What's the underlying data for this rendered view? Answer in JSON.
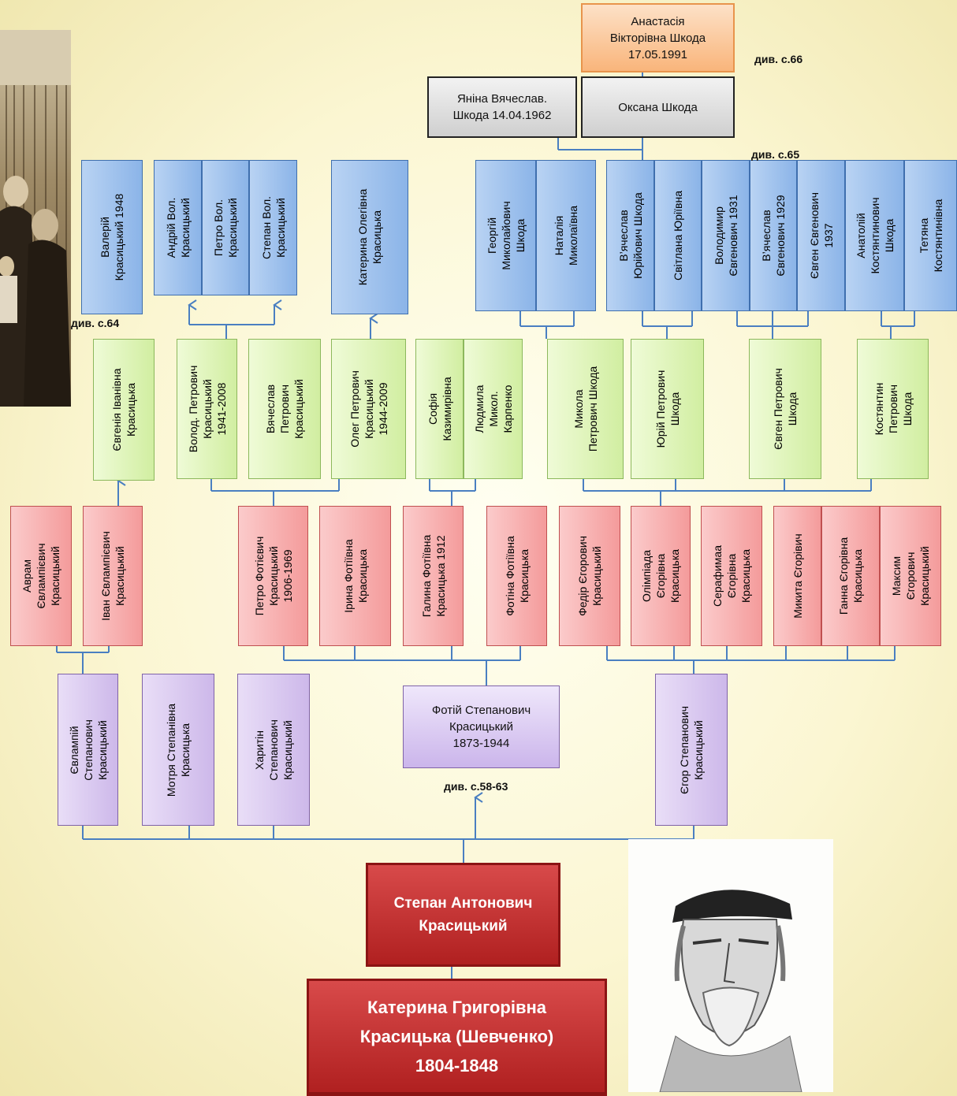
{
  "references": {
    "p66": "див. с.66",
    "p65": "див. с.65",
    "p64": "див. с.64",
    "p58": "див. с.58-63"
  },
  "photos": {
    "family_photo": "family-photo",
    "portrait": "sketch-portrait"
  },
  "gen6": {
    "anastasia": "Анастасія\nВікторівна Шкода\n17.05.1991",
    "yanina": "Яніна Вячеслав.\nШкода 14.04.1962",
    "oksana": "Оксана Шкода"
  },
  "gen5": {
    "valeriy": "Валерій\nКрасицький 1948",
    "andriy": "Андрій Вол.\nКрасицький",
    "petro_vol": "Петро Вол.\nКрасицький",
    "stepan_vol": "Степан Вол.\nКрасицький",
    "kateryna_ol": "Катерина Олегівна\nКрасицька",
    "georgiy": "Георгій\nМиколайович\nШкода",
    "natalia": "Наталія\nМиколаївна",
    "vyacheslav_yu": "В’ячеслав\nЮрійович Шкода",
    "svitlana": "Світлана Юріївна",
    "volodymyr_ev": "Володимир\nЄвгенович 1931",
    "vyacheslav_ev": "В’ячеслав\nЄвгенович 1929",
    "evgen_ev": "Євген Євгенович\n1937",
    "anatoliy": "Анатолій\nКостянтинович\nШкода",
    "tetyana": "Тетяна\nКостянтинівна"
  },
  "gen4": {
    "evgenia": "Євгенія Іванівна\nКрасицька",
    "volod_p": "Волод. Петрович\nКрасицький\n1941-2008",
    "vyacheslav_p": "Вячеслав\nПетрович\nКрасицький",
    "oleg_p": "Олег Петрович\nКрасицький\n1944-2009",
    "sofia": "Софія\nКазимирівна",
    "lyudmyla": "Людмила\nМикол.\nКарпенко",
    "mykola_p": "Микола\nПетрович Шкода",
    "yuriy_p": "Юрій Петрович\nШкода",
    "evgen_p": "Євген Петрович\nШкода",
    "kostyantyn": "Костянтин\nПетрович\nШкода"
  },
  "gen3": {
    "avram": "Аврам\nЄвлампієвич\nКрасицький",
    "ivan_ev": "Іван Євлампієвич\nКрасицький",
    "petro_f": "Петро Фотієвич\nКрасицький\n1906-1969",
    "iryna_f": "Ірина Фотіївна\nКрасицька",
    "galyna_f": "Галина Фотіївна\nКрасицька 1912",
    "fotina_f": "Фотіна Фотіївна\nКрасицька",
    "fedir_eg": "Федір Єгорович\nКрасицький",
    "olimpiada": "Олімпіада\nЄгорівна\nКрасицька",
    "serafyma": "Серафимаа\nЄгорівна\nКрасицька",
    "mykyta": "Микита Єгорівич",
    "ganna": "Ганна Єгорівна\nКрасицька",
    "maksym": "Максим\nЄгорович\nКрасицький"
  },
  "gen2": {
    "evlampiy": "Євлампій\nСтепанович\nКрасицький",
    "motrya": "Мотря Степанівна\nКрасицька",
    "kharyton": "Харитін\nСтепанович\nКрасицький",
    "fotiy": "Фотій Степанович\nКрасицький\n1873-1944",
    "egor": "Єгор Степанович\nКрасицький"
  },
  "gen1": {
    "stepan": "Степан Антонович\nКрасицький",
    "kateryna": "Катерина Григорівна\nКрасицька (Шевченко)\n1804-1848"
  }
}
